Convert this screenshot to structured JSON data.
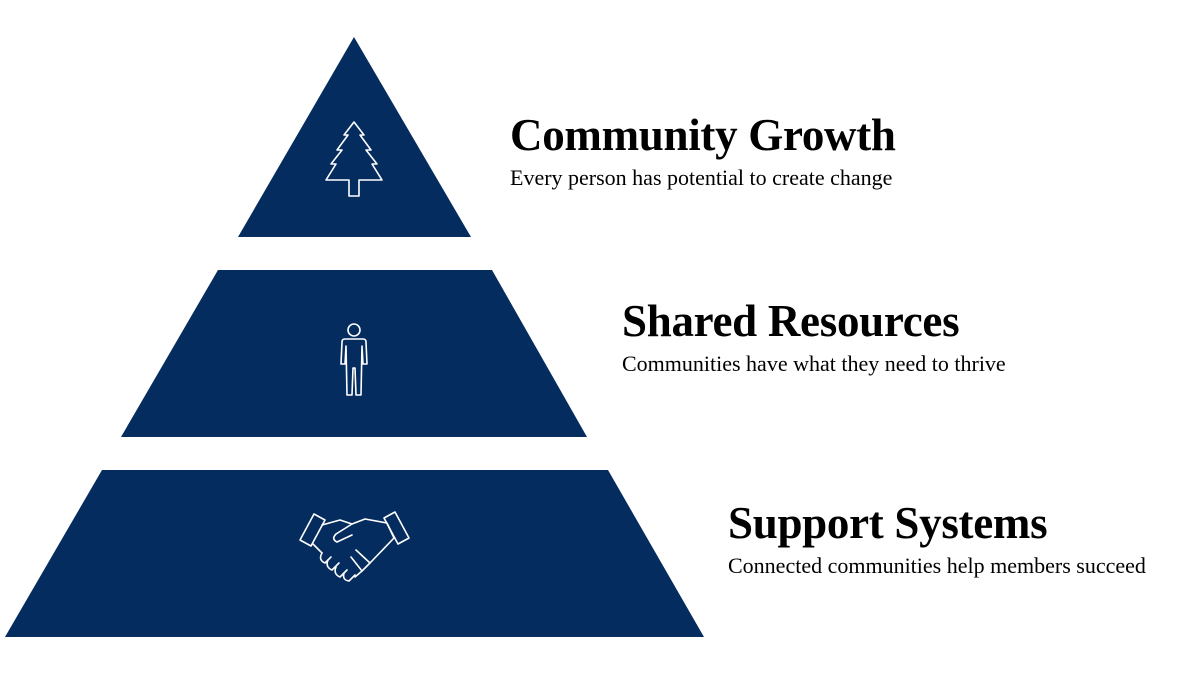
{
  "theme": {
    "tier_color": "#052c5e",
    "icon_color": "#ffffff",
    "text_color": "#000000"
  },
  "tiers": [
    {
      "title": "Community Growth",
      "description": "Every person has potential to create change",
      "icon": "tree-icon"
    },
    {
      "title": "Shared Resources",
      "description": "Communities have what they need to thrive",
      "icon": "person-icon"
    },
    {
      "title": "Support Systems",
      "description": "Connected communities help members succeed",
      "icon": "handshake-icon"
    }
  ]
}
